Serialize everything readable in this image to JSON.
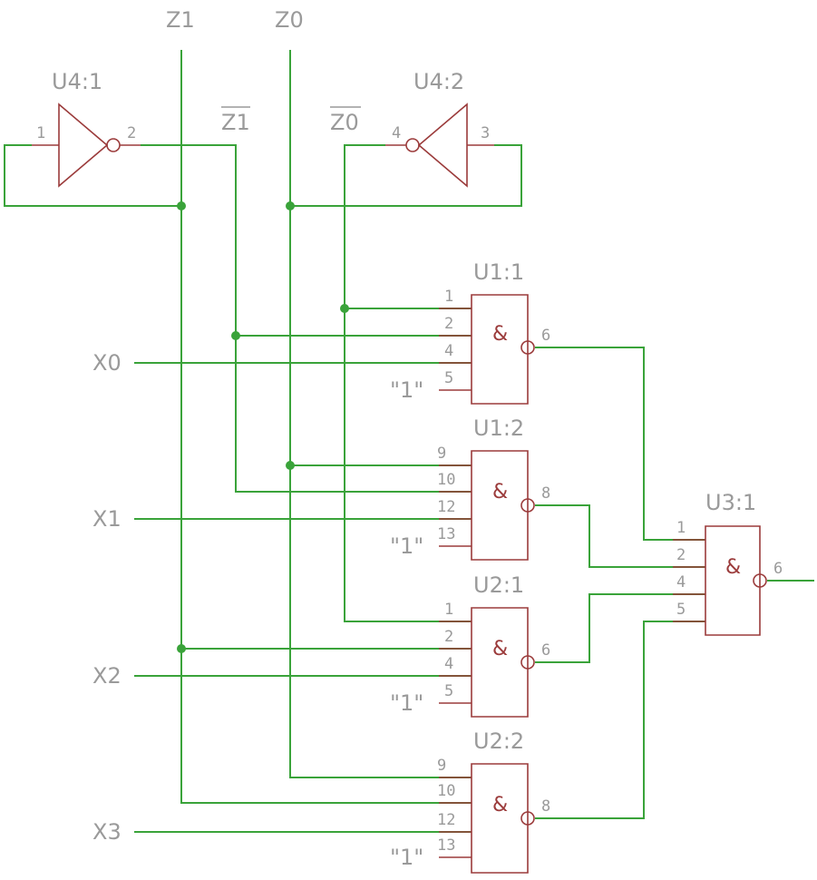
{
  "nets": {
    "z1": "Z1",
    "z0": "Z0",
    "z1_bar": "Z1",
    "z0_bar": "Z0",
    "x0": "X0",
    "x1": "X1",
    "x2": "X2",
    "x3": "X3"
  },
  "parts": {
    "u4_1": {
      "name": "U4:1",
      "pin_in": "1",
      "pin_out": "2"
    },
    "u4_2": {
      "name": "U4:2",
      "pin_in": "3",
      "pin_out": "4"
    },
    "u1_1": {
      "name": "U1:1",
      "pins": [
        "1",
        "2",
        "4",
        "5"
      ],
      "out": "6",
      "symbol": "&",
      "const": "\"1\""
    },
    "u1_2": {
      "name": "U1:2",
      "pins": [
        "9",
        "10",
        "12",
        "13"
      ],
      "out": "8",
      "symbol": "&",
      "const": "\"1\""
    },
    "u2_1": {
      "name": "U2:1",
      "pins": [
        "1",
        "2",
        "4",
        "5"
      ],
      "out": "6",
      "symbol": "&",
      "const": "\"1\""
    },
    "u2_2": {
      "name": "U2:2",
      "pins": [
        "9",
        "10",
        "12",
        "13"
      ],
      "out": "8",
      "symbol": "&",
      "const": "\"1\""
    },
    "u3_1": {
      "name": "U3:1",
      "pins": [
        "1",
        "2",
        "4",
        "5"
      ],
      "out": "6",
      "symbol": "&"
    }
  },
  "colors": {
    "wire": "#3aa33a",
    "part": "#9b3b3b",
    "label": "#9a9a9a"
  }
}
